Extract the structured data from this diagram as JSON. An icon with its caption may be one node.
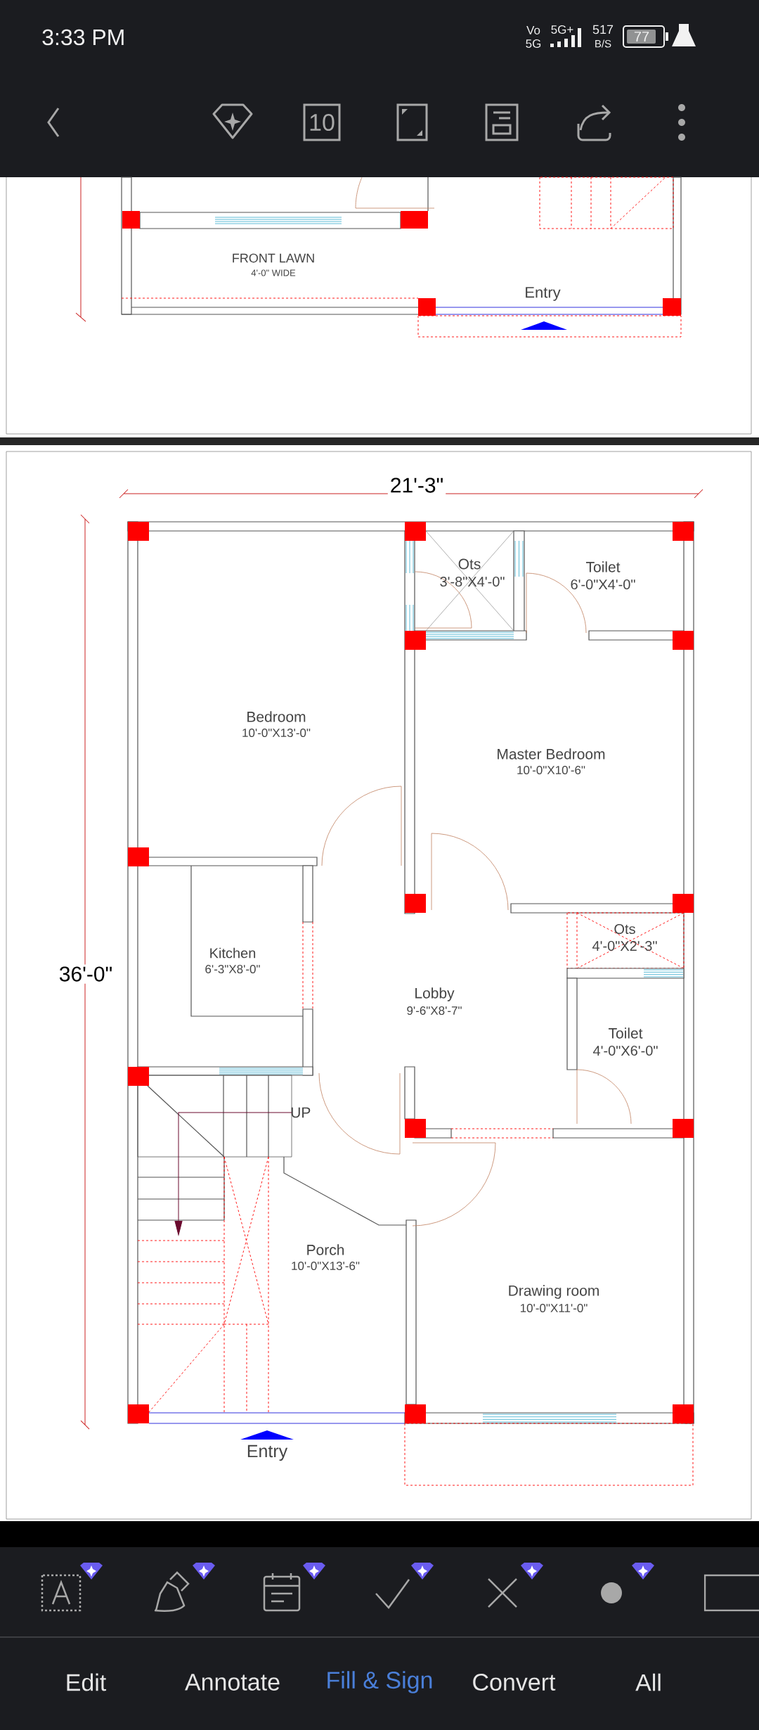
{
  "diagram": {
    "labels": [
      "3:33 PM",
      "Vo",
      "5G",
      "5G+",
      "517",
      "B/S",
      "77",
      "10",
      "FRONT LAWN",
      "4'-0\" WIDE",
      "Entry",
      "21'-3\"",
      "Ots",
      "3'-8\"X4'-0\"",
      "Toilet",
      "6'-0\"X4'-0\"",
      "Bedroom",
      "10'-0\"X13'-0\"",
      "Master Bedroom",
      "10'-0\"X10'-6\"",
      "Ots",
      "4'-0\"X2'-3\"",
      "36'-0\"",
      "Kitchen",
      "6'-3\"X8'-0\"",
      "Lobby",
      "9'-6\"X8'-7\"",
      "Toilet",
      "4'-0\"X6'-0\"",
      "UP",
      "Porch",
      "10'-0\"X13'-6\"",
      "Drawing room",
      "10'-0\"X11'-0\"",
      "Entry",
      "Edit",
      "Annotate",
      "Fill & Sign",
      "Convert",
      "All"
    ]
  }
}
